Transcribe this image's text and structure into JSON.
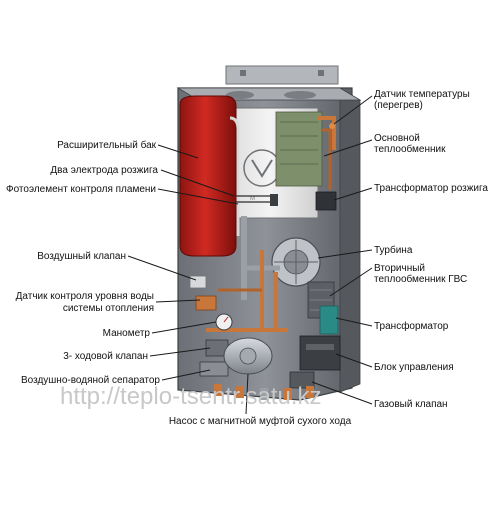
{
  "labels_left": [
    "Расширительный бак",
    "Два электрода розжига",
    "Фотоэлемент контроля пламени",
    "Воздушный клапан",
    "Датчик контроля уровня воды системы отопления",
    "Манометр",
    "3- ходовой клапан",
    "Воздушно-водяной сепаратор"
  ],
  "labels_left_split": {
    "level_sensor_line1": "Датчик контроля уровня воды",
    "level_sensor_line2": "системы отопления"
  },
  "labels_right": {
    "temp_sensor_line1": "Датчик температуры",
    "temp_sensor_line2": "(перегрев)",
    "main_hx_line1": "Основной",
    "main_hx_line2": "теплообменник",
    "ignition_transformer": "Трансформатор розжига",
    "turbine": "Турбина",
    "secondary_hx_line1": "Вторичный",
    "secondary_hx_line2": "теплообменник ГВС",
    "transformer": "Трансформатор",
    "control_unit": "Блок управления",
    "gas_valve": "Газовый клапан"
  },
  "label_bottom": "Насос с магнитной муфтой сухого хода",
  "watermark": "http://teplo-tsentr.satu.kz",
  "colors": {
    "casing": "#8a8e94",
    "casing_dark": "#4a4d52",
    "tank_red": "#c4221d",
    "frame_white": "#ececec",
    "hx_green": "#7e8f6c",
    "copper": "#c9763a",
    "leader": "#1a1a1a"
  }
}
